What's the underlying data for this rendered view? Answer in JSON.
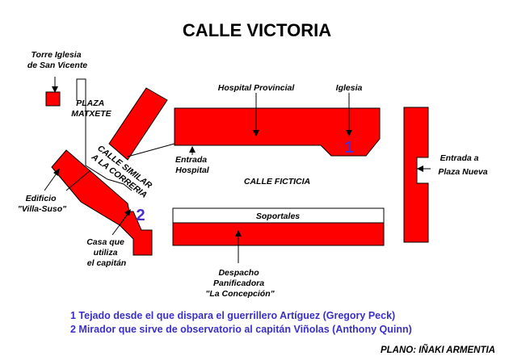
{
  "title": "CALLE VICTORIA",
  "labels": {
    "torre": [
      "Torre Iglesia",
      "de San Vicente"
    ],
    "plaza": [
      "PLAZA",
      "MATXETE"
    ],
    "hospital_provincial": "Hospital Provincial",
    "iglesia": "Iglesia",
    "entrada_hospital": [
      "Entrada",
      "Hospital"
    ],
    "calle_similar": [
      "CALLE SIMILAR",
      "A LA CORRERIA"
    ],
    "calle_ficticia": "CALLE FICTICIA",
    "entrada_plaza": [
      "Entrada a",
      "Plaza Nueva"
    ],
    "edificio": [
      "Edificio",
      "\"Villa-Suso\""
    ],
    "soportales": "Soportales",
    "casa": [
      "Casa que",
      "utiliza",
      "el capitán"
    ],
    "despacho": [
      "Despacho",
      "Panificadora",
      "\"La Concepción\""
    ]
  },
  "markers": {
    "m1": "1",
    "m2": "2"
  },
  "legend": {
    "line1": "1  Tejado desde el que dispara el guerrillero Artíguez (Gregory Peck)",
    "line2": "2  Mirador que sirve de observatorio al capitán Viñolas (Anthony Quinn)"
  },
  "credit": "PLANO: IÑAKI ARMENTIA",
  "colors": {
    "building": "#ff0000",
    "marker": "#4a2fd0",
    "legend_text": "#3a2fc8"
  }
}
